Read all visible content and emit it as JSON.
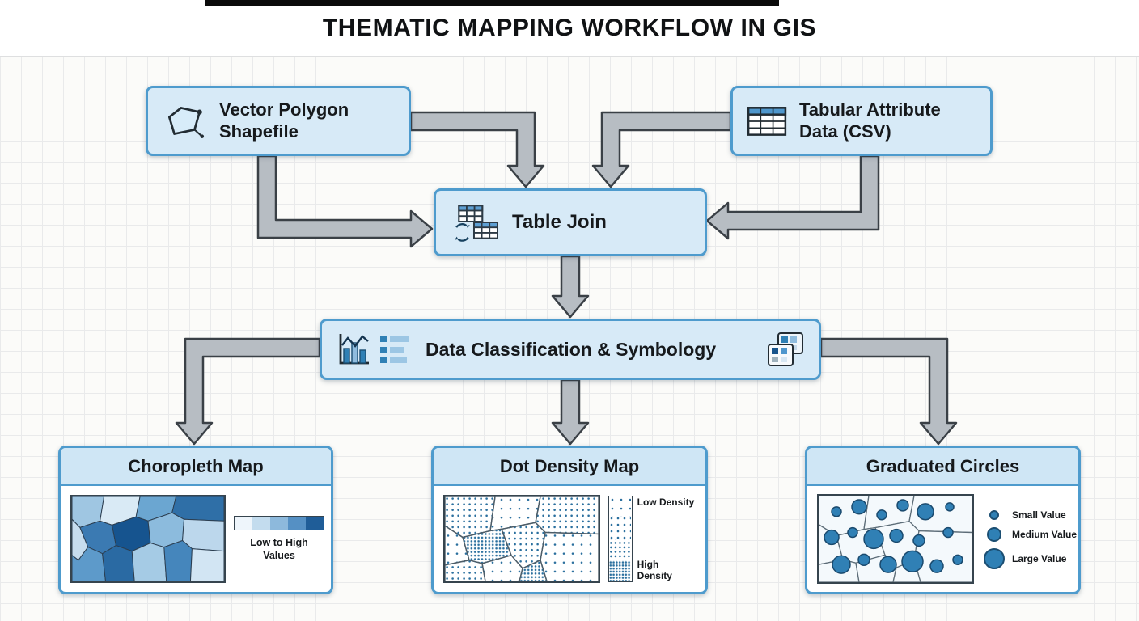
{
  "title": "THEMATIC MAPPING WORKFLOW IN GIS",
  "nodes": {
    "vector_polygon": {
      "label": "Vector Polygon Shapefile"
    },
    "tabular_data": {
      "label": "Tabular Attribute Data (CSV)"
    },
    "table_join": {
      "label": "Table Join"
    },
    "classification": {
      "label": "Data Classification & Symbology"
    }
  },
  "outputs": {
    "choropleth": {
      "title": "Choropleth Map",
      "legend_label": "Low to High Values",
      "ramp": [
        "#eef5fb",
        "#c3dcee",
        "#8db9dc",
        "#5590c4",
        "#1f5d98"
      ]
    },
    "dot_density": {
      "title": "Dot Density Map",
      "legend_low": "Low Density",
      "legend_high": "High Density"
    },
    "graduated_circles": {
      "title": "Graduated Circles",
      "legend": [
        "Small Value",
        "Medium Value",
        "Large Value"
      ]
    }
  },
  "colors": {
    "title_color": "#101214",
    "node_fill": "#d7eaf7",
    "node_border": "#4e9bcd",
    "card_header_fill": "#cfe6f5",
    "arrow_fill": "#b7bdc3",
    "arrow_outline": "#3a4046",
    "map_blue": "#2f80b5"
  }
}
